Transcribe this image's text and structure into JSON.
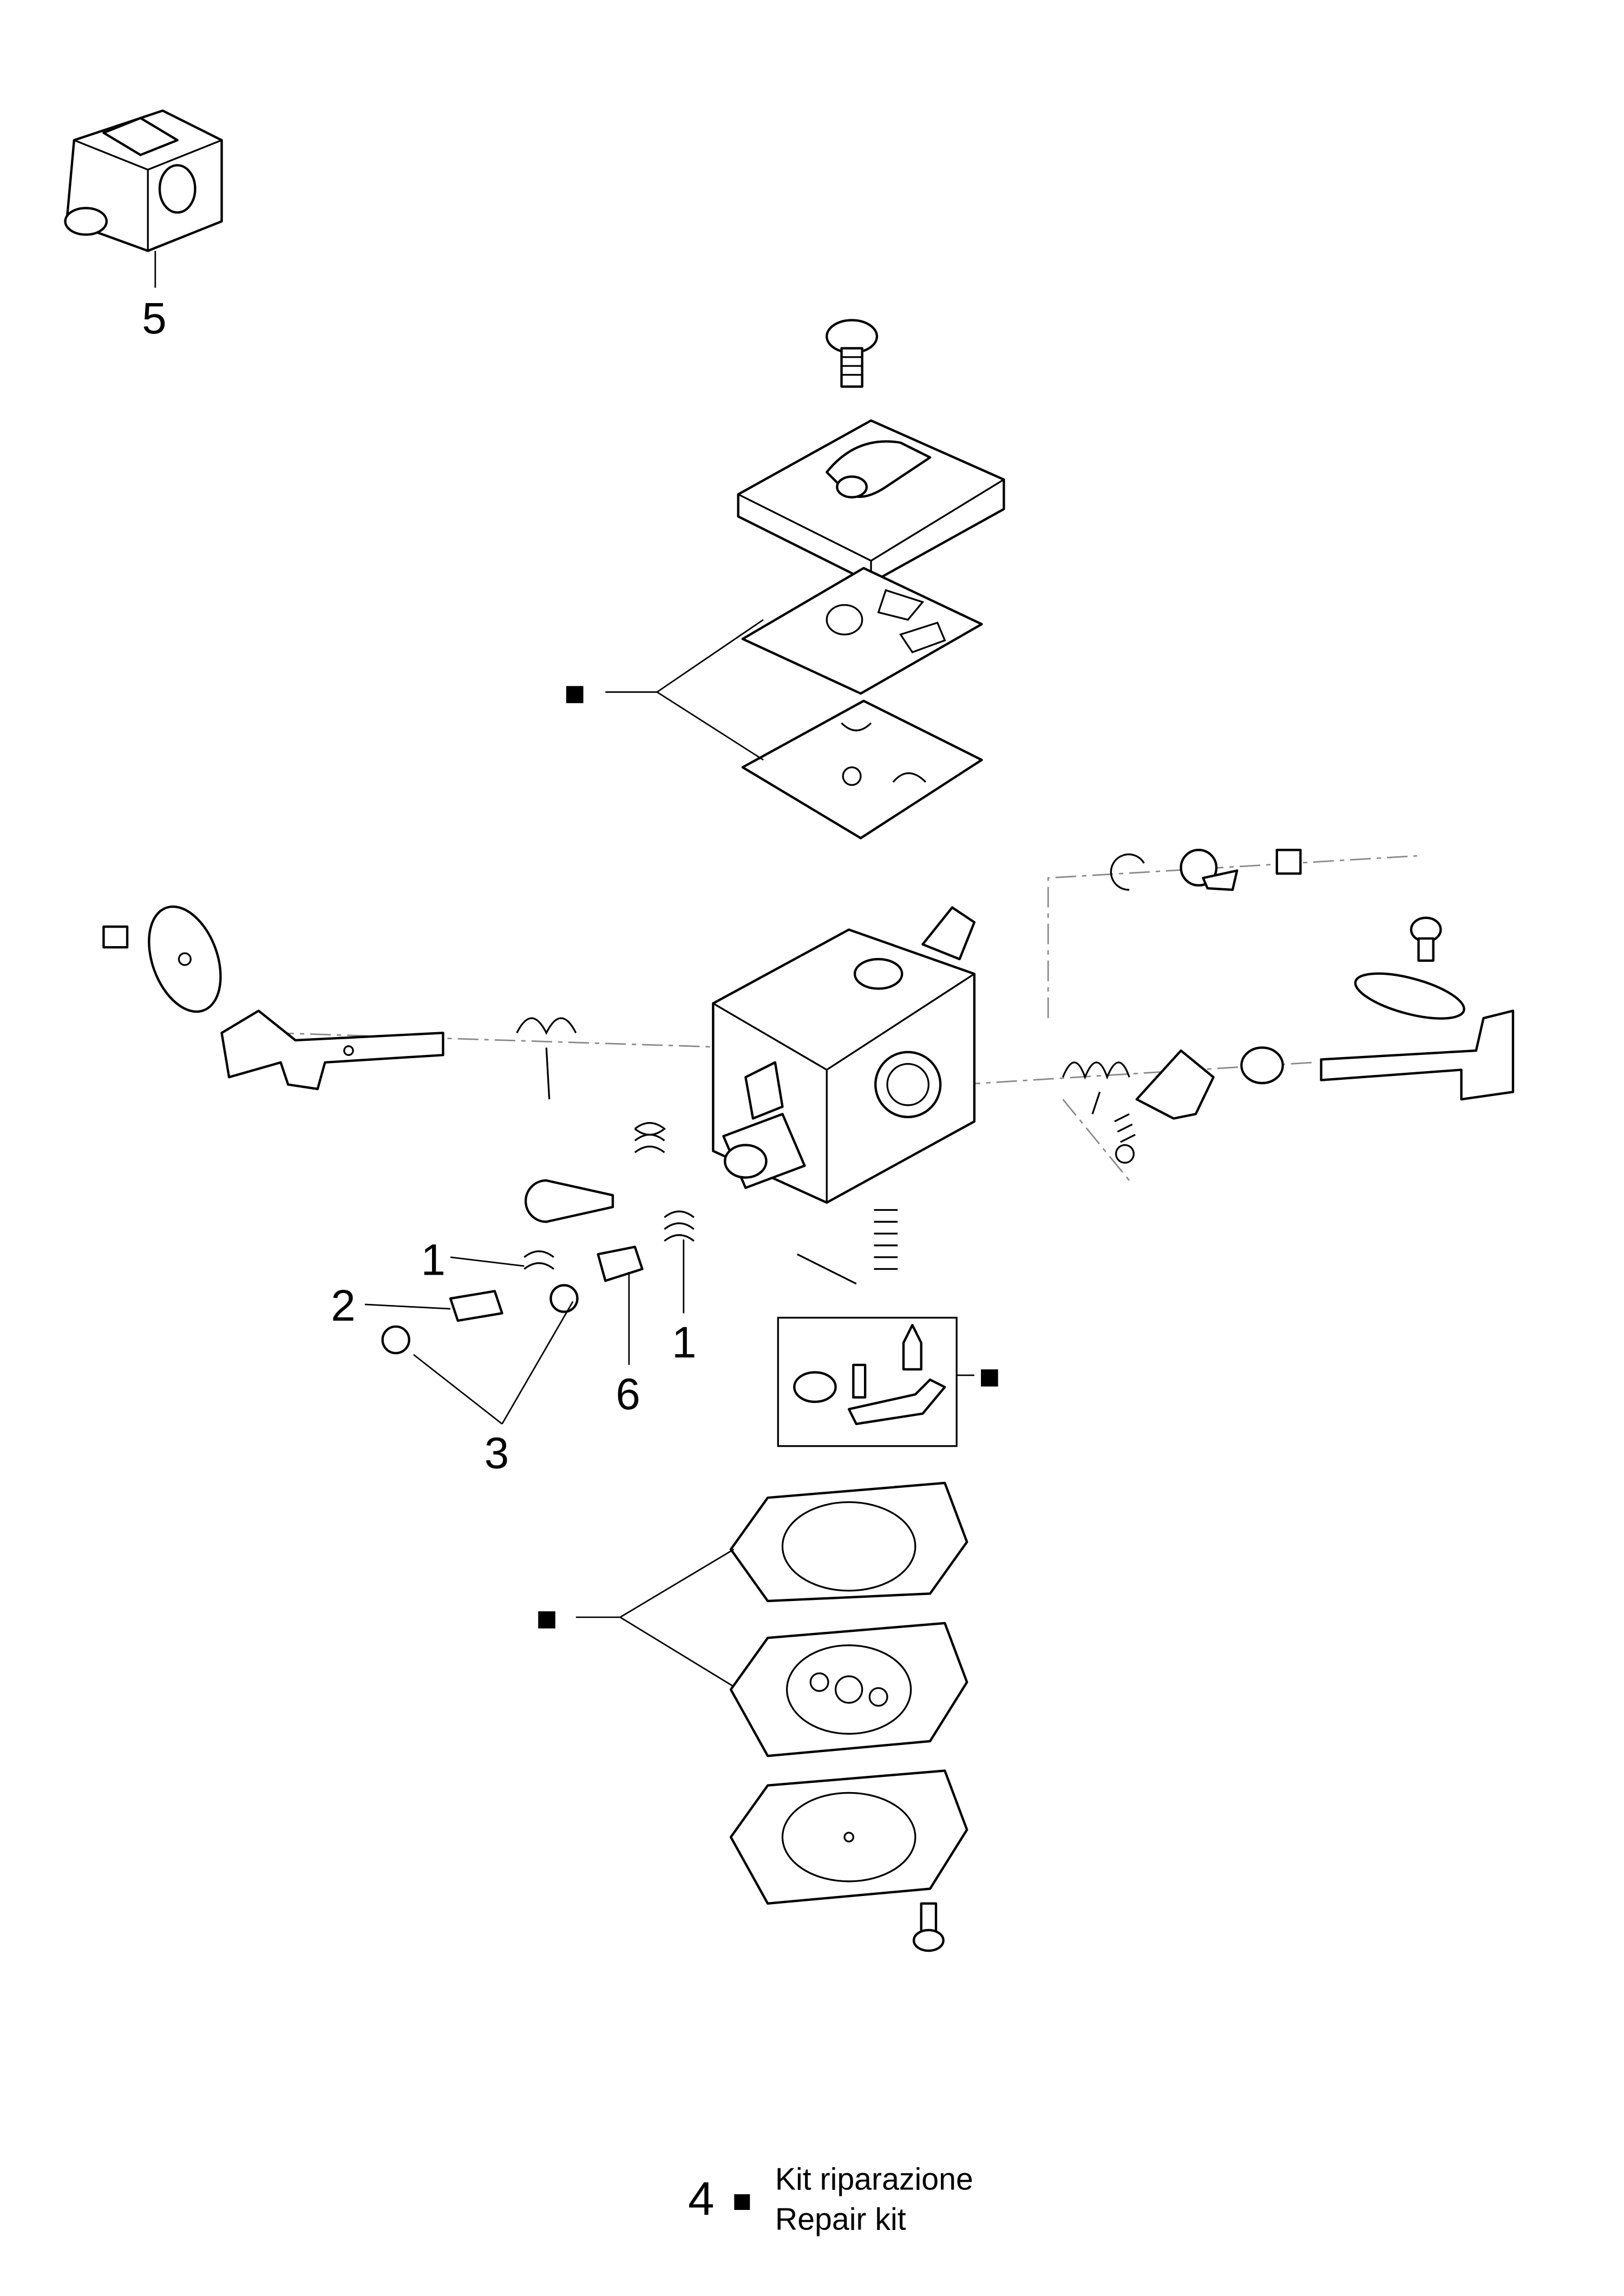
{
  "diagram": {
    "title": "Carburettor exploded view",
    "callouts": {
      "assembly": "5",
      "spring_left": "1",
      "screw_left": "2",
      "caps": "3",
      "screw_right": "6",
      "spring_right": "1"
    },
    "kit_marker": "■",
    "legend": {
      "number": "4",
      "marker": "■",
      "label_it": "Kit riparazione",
      "label_en": "Repair kit"
    }
  }
}
